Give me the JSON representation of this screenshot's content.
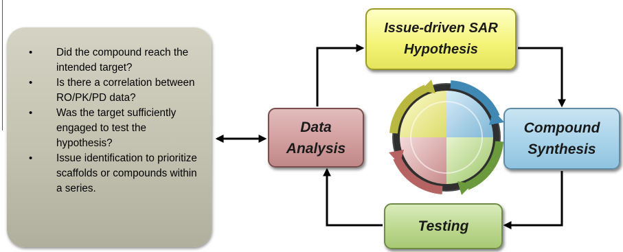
{
  "panel": {
    "bullets": [
      "Did the compound reach the intended target?",
      "Is there a correlation between RO/PK/PD data?",
      "Was the target sufficiently engaged to test the hypothesis?",
      "Issue identification to prioritize scaffolds or compounds within a series."
    ]
  },
  "cycle": {
    "issue_label": "Issue-driven SAR\nHypothesis",
    "synthesis_label": "Compound\nSynthesis",
    "testing_label": "Testing",
    "data_label": "Data\nAnalysis"
  },
  "colors": {
    "issue": "#f3f376",
    "synthesis": "#a8d3ea",
    "testing": "#bcd88f",
    "data": "#d29e9e",
    "panel": "#c3c2b0",
    "connector": "#000000"
  }
}
